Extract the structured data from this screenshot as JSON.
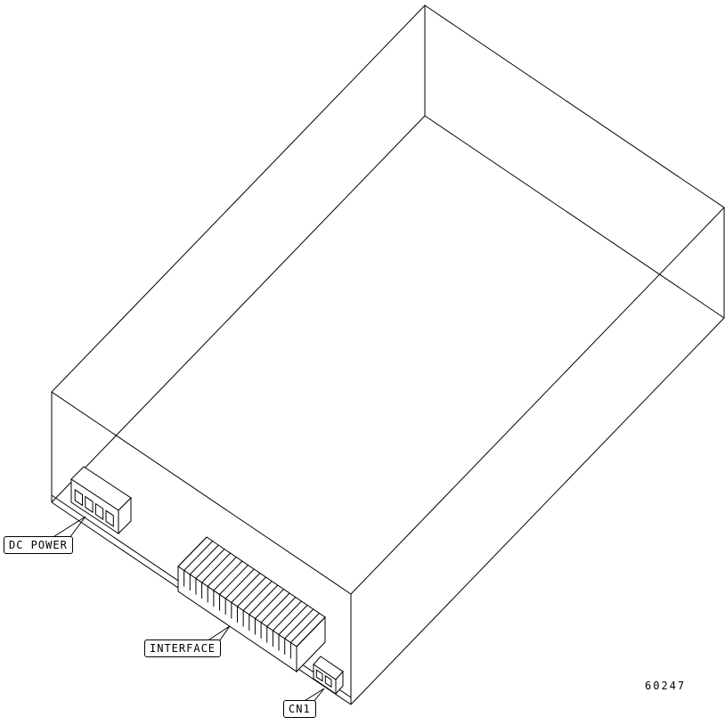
{
  "figure": {
    "number": "60247"
  },
  "colors": {
    "line": "#000000",
    "background": "#ffffff"
  },
  "callouts": [
    {
      "id": "dc-power",
      "label": "DC POWER"
    },
    {
      "id": "interface",
      "label": "INTERFACE"
    },
    {
      "id": "cn1",
      "label": "CN1"
    }
  ]
}
